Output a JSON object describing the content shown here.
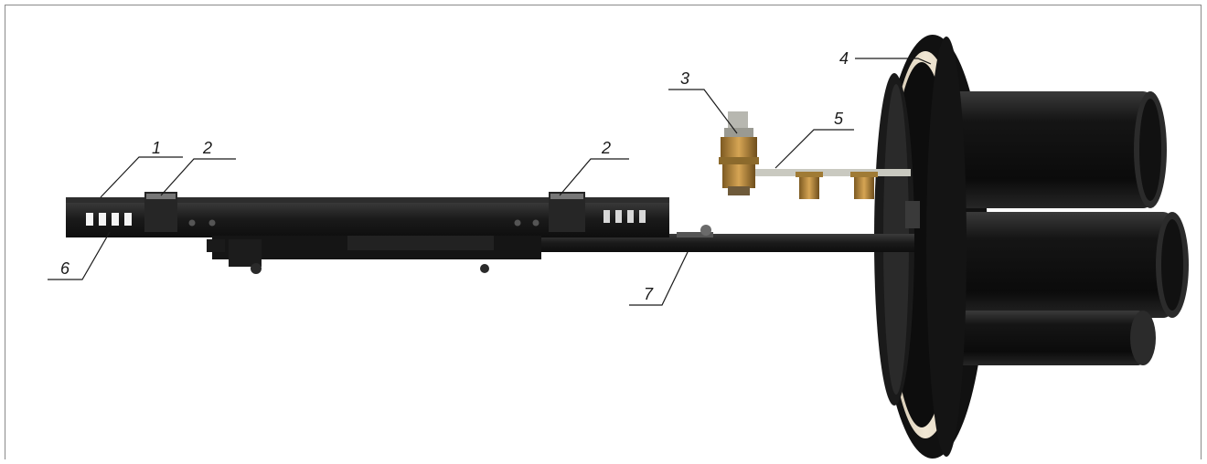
{
  "callouts": [
    {
      "id": "1",
      "label": "1"
    },
    {
      "id": "2a",
      "label": "2"
    },
    {
      "id": "2b",
      "label": "2"
    },
    {
      "id": "3",
      "label": "3"
    },
    {
      "id": "4",
      "label": "4"
    },
    {
      "id": "5",
      "label": "5"
    },
    {
      "id": "6",
      "label": "6"
    },
    {
      "id": "7",
      "label": "7"
    }
  ],
  "colors": {
    "frame": "#8a8a8a",
    "body_black": "#161616",
    "seal_ring": "#e8dcc6",
    "brass": "#b8893a",
    "steel": "#9a9a92"
  }
}
